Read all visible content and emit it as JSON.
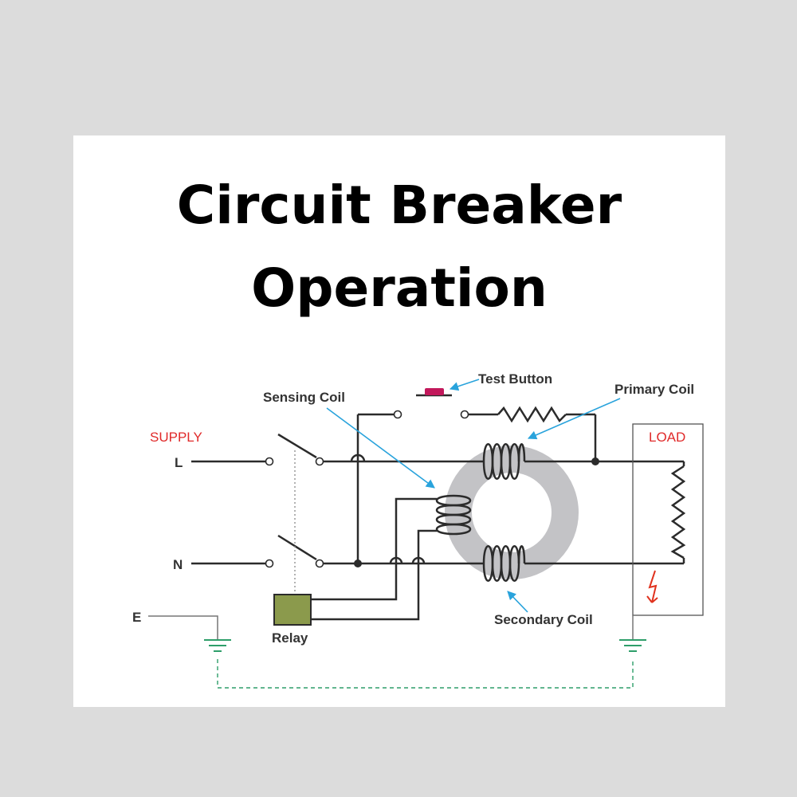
{
  "title": {
    "line1": "Circuit Breaker",
    "line2": "Operation"
  },
  "labels": {
    "supply": "SUPPLY",
    "line": "L",
    "neutral": "N",
    "earth": "E",
    "load": "LOAD",
    "relay": "Relay",
    "sensing_coil": "Sensing Coil",
    "test_button": "Test Button",
    "primary_coil": "Primary Coil",
    "secondary_coil": "Secondary Coil"
  },
  "colors": {
    "background": "#dcdcdc",
    "card": "#ffffff",
    "wire": "#2b2b2b",
    "supply_text": "#e02a2a",
    "pointer_arrow": "#29a3dc",
    "toroid": "#c3c3c6",
    "relay_box": "#8b9a4c",
    "test_button": "#c2185b",
    "earth_link": "#2e9e6a",
    "fault_arrow": "#e0321e"
  }
}
